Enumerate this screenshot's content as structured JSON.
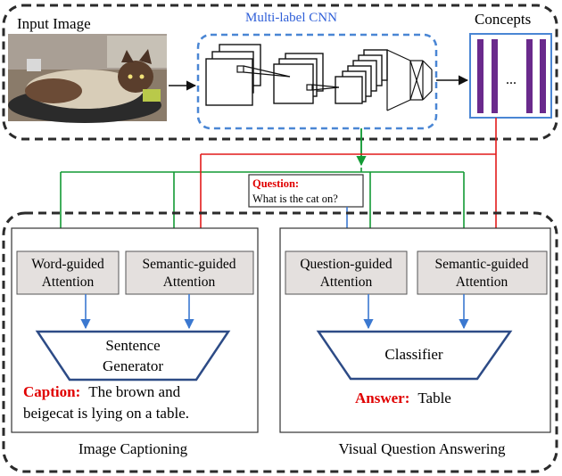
{
  "colors": {
    "green": "#129a34",
    "red": "#e21a1a",
    "blue": "#3b78d0",
    "purple": "#6a2a8c",
    "grey_box": "#e4e0de",
    "dark_border": "#3f3f3f",
    "cnn_border": "#4a86d4"
  },
  "top": {
    "input_label": "Input Image",
    "cnn_label": "Multi-label CNN",
    "concepts_label": "Concepts",
    "ellipsis": "..."
  },
  "question": {
    "title": "Question:",
    "text": "What is the cat on?"
  },
  "captioning": {
    "word_attention": [
      "Word-guided",
      "Attention"
    ],
    "semantic_attention": [
      "Semantic-guided",
      "Attention"
    ],
    "generator": [
      "Sentence",
      "Generator"
    ],
    "caption_title": "Caption:",
    "caption_line1": "The brown and",
    "caption_line2": "beigecat is lying on a table.",
    "panel_label": "Image Captioning"
  },
  "vqa": {
    "question_attention": [
      "Question-guided",
      "Attention"
    ],
    "semantic_attention": [
      "Semantic-guided",
      "Attention"
    ],
    "classifier": "Classifier",
    "answer_title": "Answer:",
    "answer_text": "Table",
    "panel_label": "Visual Question Answering"
  }
}
